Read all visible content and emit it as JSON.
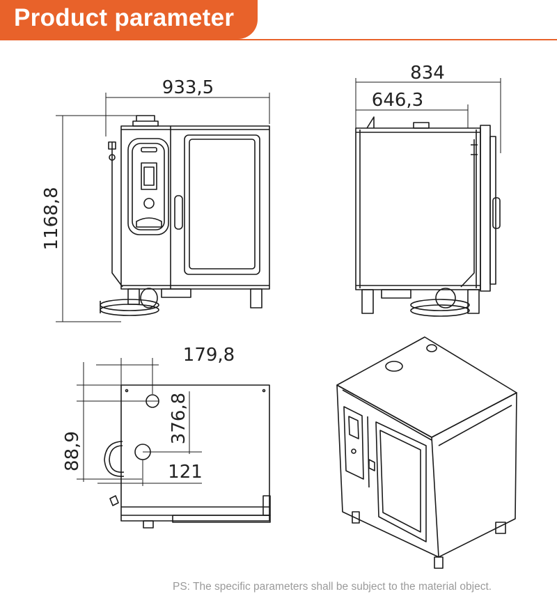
{
  "header": {
    "title": "Product parameter",
    "accent_color": "#e8622a"
  },
  "front_view": {
    "width_dim": "933,5",
    "height_dim": "1168,8"
  },
  "side_view": {
    "depth_dim": "834",
    "depth_inner_dim": "646,3"
  },
  "top_view": {
    "dim_offset_x": "179,8",
    "dim_spacing_y": "376,8",
    "dim_offset_y": "88,9",
    "dim_hole_x": "121"
  },
  "footer": {
    "note": "PS: The specific parameters shall be subject to the material object."
  }
}
